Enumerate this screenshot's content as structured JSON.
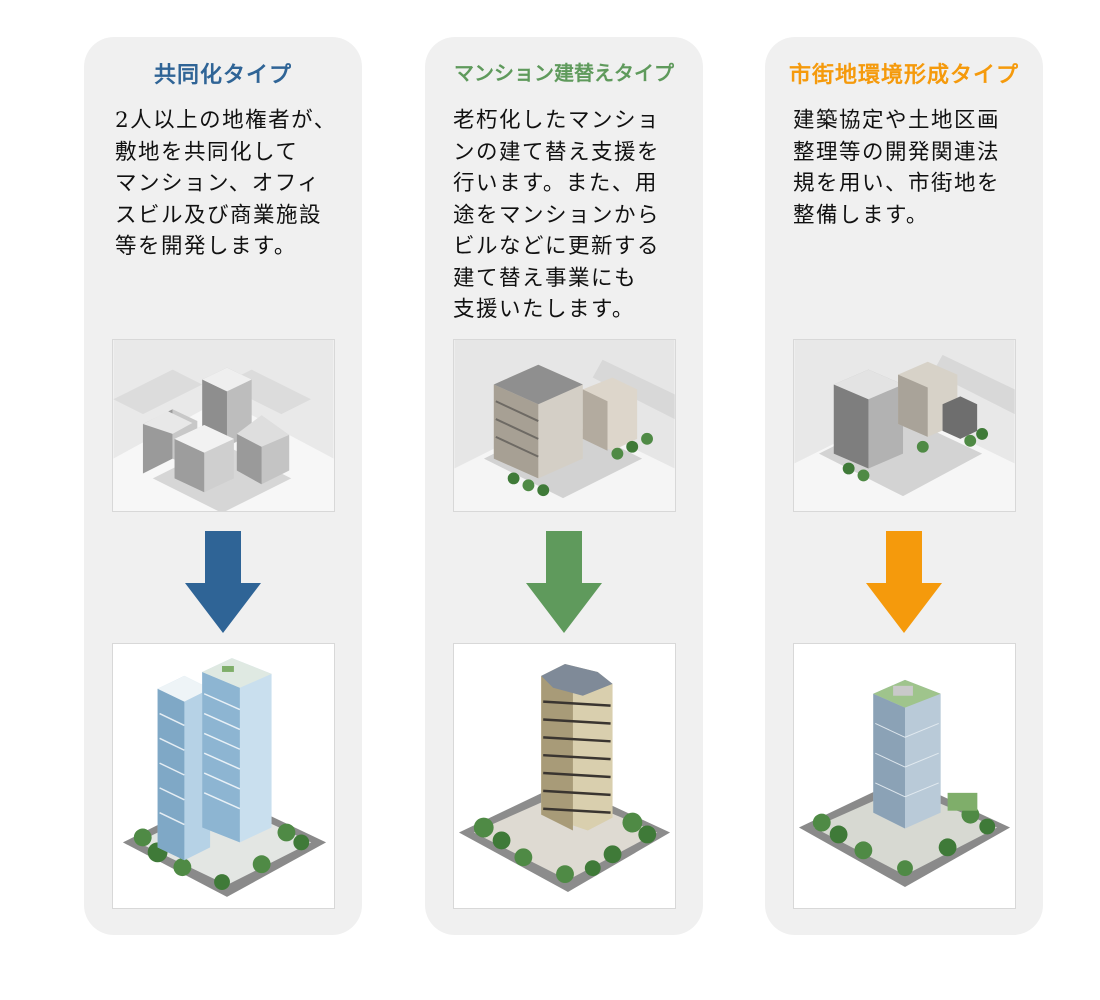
{
  "colors": {
    "card_background": "#f0f0f0",
    "type_kyodoka": "#2f6496",
    "type_mansion": "#5f9a5c",
    "type_shigaichi": "#f59a0c"
  },
  "cards": [
    {
      "title": "共同化タイプ",
      "description": "2人以上の地権者が、\n敷地を共同化して\nマンション、オフィ\nスビル及び商業施設\n等を開発します。",
      "color": "#2f6496",
      "before_image": "small-buildings-illustration",
      "after_image": "twin-tower-illustration"
    },
    {
      "title": "マンション建替えタイプ",
      "description": "老朽化したマンショ\nンの建て替え支援を\n行います。また、用\n途をマンションから\nビルなどに更新する\n建て替え事業にも\n支援いたします。",
      "color": "#5f9a5c",
      "before_image": "old-mansion-illustration",
      "after_image": "new-mansion-tower-illustration"
    },
    {
      "title": "市街地環境形成タイプ",
      "description": "建築協定や土地区画\n整理等の開発関連法\n規を用い、市街地を\n整備します。",
      "color": "#f59a0c",
      "before_image": "scattered-buildings-illustration",
      "after_image": "glass-office-tower-illustration"
    }
  ]
}
